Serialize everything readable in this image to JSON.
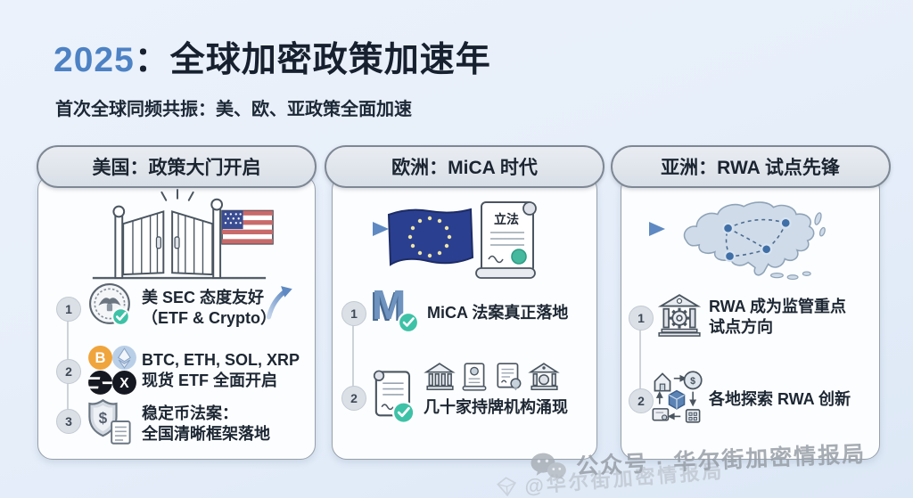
{
  "page": {
    "title_year": "2025",
    "title_rest": "：全球加密政策加速年",
    "subtitle": "首次全球同频共振：美、欧、亚政策全面加速"
  },
  "cards": [
    {
      "header": "美国：政策大门开启",
      "illustration": "open-gate-with-us-flag",
      "items": [
        {
          "num": "1",
          "line1": "美 SEC 态度友好",
          "line2": "（ETF & Crypto）",
          "icon": "sec-eagle-seal-with-check",
          "extra_icon": "up-trend-arrow"
        },
        {
          "num": "2",
          "line1": "BTC, ETH, SOL, XRP",
          "line2": "现货 ETF 全面开启",
          "icon": "crypto-coins-btc-eth-sol-xrp"
        },
        {
          "num": "3",
          "line1": "稳定币法案：",
          "line2": "全国清晰框架落地",
          "icon": "shield-dollar-with-document"
        }
      ]
    },
    {
      "header": "欧洲：MiCA 时代",
      "illustration": "eu-flag-with-legislation-scroll",
      "scroll_label": "立法",
      "items": [
        {
          "num": "1",
          "line1": "MiCA 法案真正落地",
          "line2": "",
          "icon": "mica-m-letter-with-check"
        },
        {
          "num": "2",
          "line1": "几十家持牌机构涌现",
          "line2": "",
          "icon": "license-scroll-with-check",
          "extra_icon": "row-of-licensed-institutions"
        }
      ]
    },
    {
      "header": "亚洲：RWA 试点先锋",
      "illustration": "asia-map-network-nodes",
      "items": [
        {
          "num": "1",
          "line1": "RWA 成为监管重点",
          "line2": "试点方向",
          "icon": "regulator-bank-with-gear"
        },
        {
          "num": "2",
          "line1": "各地探索 RWA 创新",
          "line2": "",
          "icon": "rwa-tokenization-cycle"
        }
      ]
    }
  ],
  "icons": {
    "btc_symbol": "B",
    "xrp_symbol": "X",
    "shield_dollar": "$",
    "coin_dollar": "$",
    "mica_letter": "M"
  },
  "watermark": {
    "primary": "公众号 · 华尔街加密情报局",
    "secondary": "@华尔街加密情报局"
  },
  "colors": {
    "accent_blue": "#4d82c4",
    "title_dark": "#16202e",
    "card_border": "#97a0ab",
    "pill_bg": "#dfe4ea",
    "pill_border": "#7e8894",
    "check_green": "#3ec2a7",
    "btc_orange": "#f0a43c",
    "eth_blue": "#b9cfe8",
    "sol_xrp_black": "#161821",
    "eu_flag_blue": "#2a3f90",
    "arrow_blue": "#5e89c2",
    "map_fill": "#cfdbe8",
    "watermark_gray": "#969da6"
  }
}
